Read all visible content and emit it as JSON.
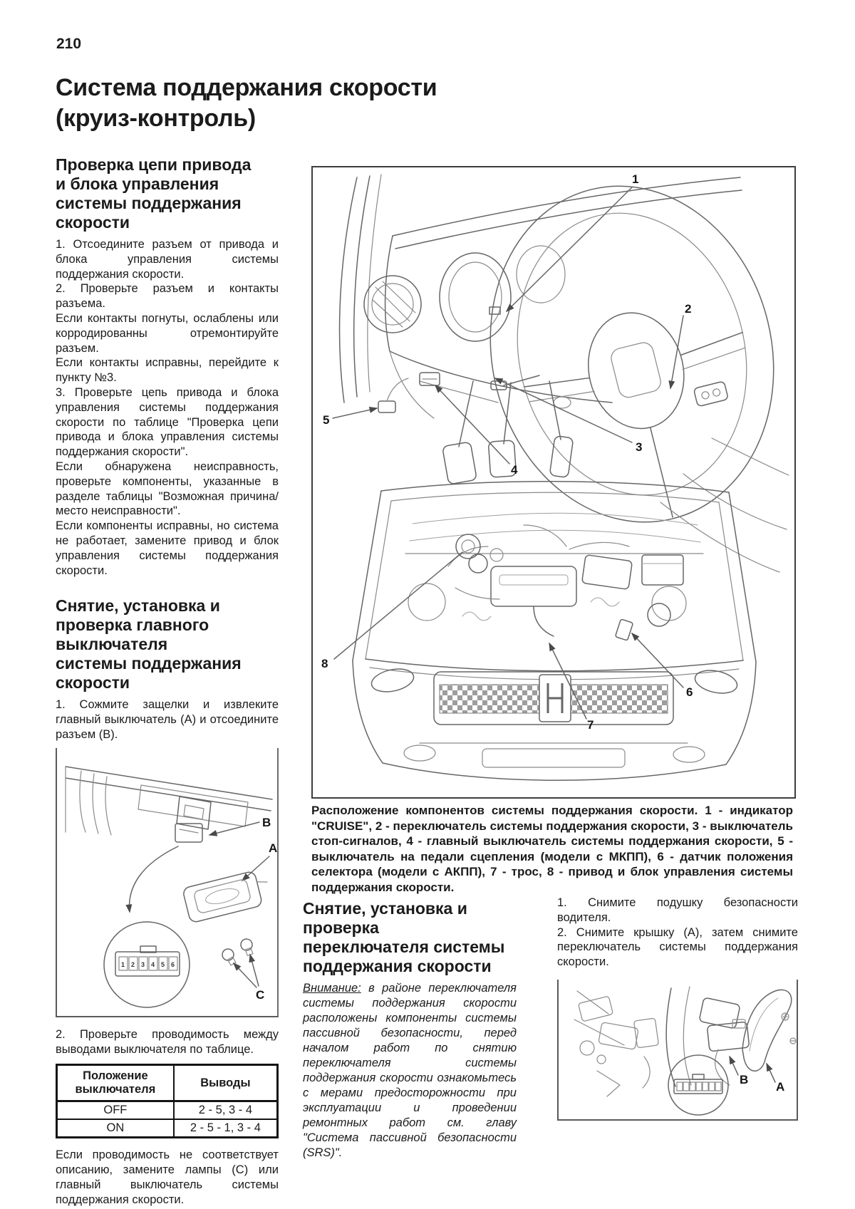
{
  "page": {
    "number": "210",
    "title": "Система поддержания скорости\n(круиз-контроль)"
  },
  "left_column": {
    "section1": {
      "heading": "Проверка цепи привода\nи блока управления\nсистемы поддержания\nскорости",
      "paragraphs": [
        "1. Отсоедините разъем от привода и блока управления системы поддержания скорости.",
        "2. Проверьте разъем и контакты разъема.",
        "Если контакты погнуты, ослаблены или корродированны отремонтируйте разъем.",
        "Если контакты исправны, перейдите к пункту №3.",
        "3. Проверьте цепь привода и блока управления системы поддержания скорости по таблице \"Проверка цепи привода и блока управления системы поддержания скорости\".",
        "Если обнаружена неисправность, проверьте компоненты, указанные в разделе таблицы \"Возможная причина/место неисправности\".",
        "Если компоненты исправны, но система не работает, замените привод и блок управления системы поддержания скорости."
      ]
    },
    "section2": {
      "heading": "Снятие, установка и\nпроверка главного\nвыключателя\nсистемы поддержания\nскорости",
      "step1": "1. Сожмите защелки и извлеките главный выключатель (А) и отсоедините разъем (В).",
      "step2": "2. Проверьте проводимость между выводами выключателя по таблице.",
      "table": {
        "col1_header": "Положение выключателя",
        "col2_header": "Выводы",
        "rows": [
          {
            "position": "OFF",
            "pins": "2 - 5, 3 - 4"
          },
          {
            "position": "ON",
            "pins": "2 - 5 - 1, 3 - 4"
          }
        ]
      },
      "note": "Если проводимость не соответствует описанию, замените лампы (С) или главный выключатель системы поддержания скорости."
    }
  },
  "figures": {
    "main": {
      "caption": "Расположение компонентов системы поддержания скорости. 1 - индикатор \"CRUISE\", 2 - переключатель системы поддержания скорости, 3 - выключатель стоп-сигналов, 4 - главный выключатель системы поддержания скорости, 5 - выключатель на педали сцепления (модели с МКПП), 6 - датчик положения селектора (модели с АКПП), 7 - трос, 8 - привод и блок управления системы поддержания скорости.",
      "callouts": [
        "1",
        "2",
        "3",
        "4",
        "5",
        "6",
        "7",
        "8"
      ]
    },
    "switch_removal": {
      "labels": {
        "a": "A",
        "b": "B",
        "c": "C"
      },
      "pins": [
        "1",
        "2",
        "3",
        "4",
        "5",
        "6"
      ]
    },
    "column_switch": {
      "labels": {
        "a": "A",
        "b": "B"
      }
    }
  },
  "bottom": {
    "middle": {
      "heading": "Снятие, установка и\nпроверка\nпереключателя системы\nподдержания скорости",
      "warning_label": "Внимание:",
      "warning_text": " в районе переключателя системы поддержания скорости расположены компоненты системы пассивной безопасности, перед началом работ по снятию переключателя системы поддержания скорости ознакомьтесь с мерами предосторожности при эксплуатации и проведении ремонтных работ см. главу \"Система пассивной безопасности (SRS)\"."
    },
    "right": {
      "steps": [
        "1. Снимите подушку безопасности водителя.",
        "2. Снимите крышку (А), затем снимите переключатель системы поддержания скорости."
      ]
    }
  }
}
